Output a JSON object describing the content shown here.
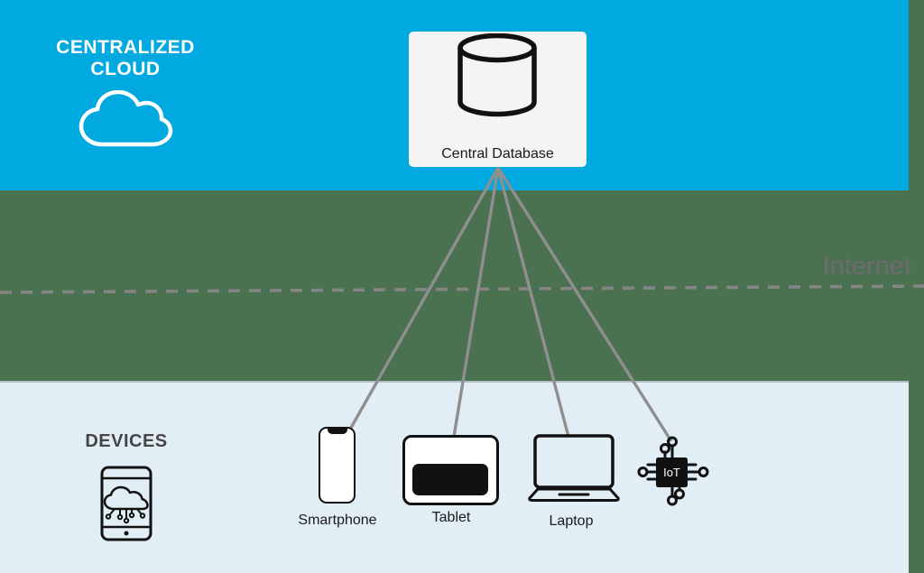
{
  "cloud_band": {
    "title_line1": "CENTRALIZED",
    "title_line2": "CLOUD"
  },
  "central_database": {
    "label": "Central Database"
  },
  "internet_label": "Internet",
  "devices_band": {
    "title": "DEVICES"
  },
  "devices": {
    "smartphone": {
      "label": "Smartphone"
    },
    "tablet": {
      "label": "Tablet"
    },
    "laptop": {
      "label": "Laptop"
    },
    "iot": {
      "chip_label": "IoT"
    }
  },
  "icons": {
    "cloud": "cloud-outline",
    "database": "database-cylinder",
    "smartphone": "smartphone-outline-with-notch",
    "tablet": "tablet-outline-black-screen",
    "laptop": "laptop-outline",
    "iot": "iot-chip-with-pins",
    "devices_badge": "tablet-with-cloud-circuit"
  },
  "colors": {
    "cloud_band": "#00A9E0",
    "internet_zone": "#4A7150",
    "devices_band": "#E2EEF5",
    "database_box": "#F4F4F4",
    "connection_line": "#8F8F8F",
    "dashed_line": "#858585",
    "internet_text": "#6E6A70",
    "icon_outline": "#111111"
  }
}
